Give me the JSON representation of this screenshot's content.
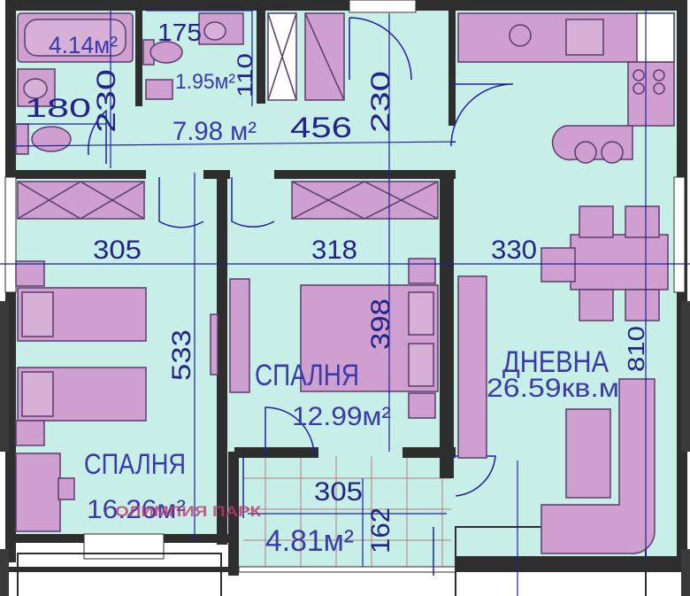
{
  "colors": {
    "floor": "#c8eee8",
    "wall": "#2e2e2e",
    "furniture": "#cf9fd0",
    "furniture_stroke": "#5a3c6a",
    "line": "#2020a0",
    "text": "#3a3aa8",
    "watermark": "#c03a6a"
  },
  "rooms": {
    "bath": {
      "area": "4.14м²"
    },
    "wc": {
      "area": "1.95м²"
    },
    "hall": {
      "area": "7.98 м²"
    },
    "bedroom_left": {
      "name": "СПАЛНЯ",
      "area": "16.26м²"
    },
    "bedroom_mid": {
      "name": "СПАЛНЯ",
      "area": "12.99м²"
    },
    "living": {
      "name": "ДНЕВНА",
      "area": "26.59кв.м"
    },
    "terrace": {
      "area": "4.81м²"
    }
  },
  "dimensions": {
    "d175": "175",
    "d110": "110",
    "d180": "180",
    "d230a": "230",
    "d456": "456",
    "d230b": "230",
    "d305a": "305",
    "d318": "318",
    "d330": "330",
    "d533": "533",
    "d398": "398",
    "d810": "810",
    "d305b": "305",
    "d162": "162"
  },
  "watermark": "ОЛИМПИЯ ПАРК"
}
